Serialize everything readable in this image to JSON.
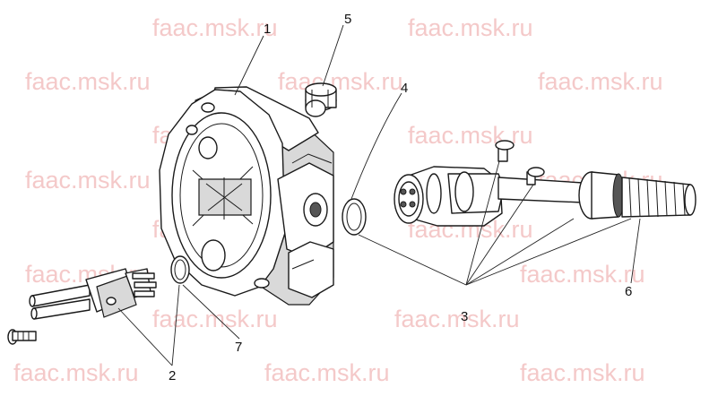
{
  "watermark_text": "faac.msk.ru",
  "callouts": [
    {
      "id": "base",
      "text": "1"
    },
    {
      "id": "connector-plug",
      "text": "2"
    },
    {
      "id": "pins-and-screws",
      "text": "3"
    },
    {
      "id": "o-ring-large",
      "text": "4"
    },
    {
      "id": "cap-nut",
      "text": "5"
    },
    {
      "id": "spring-sleeve",
      "text": "6"
    },
    {
      "id": "o-ring-small",
      "text": "7"
    }
  ]
}
